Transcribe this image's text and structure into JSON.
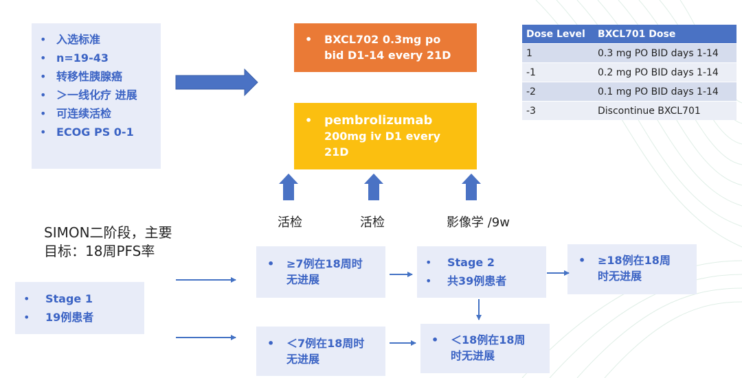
{
  "criteria": {
    "items": [
      "入选标准",
      "n=19-43",
      "转移性胰腺癌",
      "＞一线化疗 进展",
      "可连续活检",
      "ECOG PS 0-1"
    ]
  },
  "drug_box_1": {
    "line1": "BXCL702 0.3mg po",
    "line2": "bid D1-14 every 21D"
  },
  "drug_box_2": {
    "line1": "pembrolizumab",
    "line2": "200mg iv D1 every",
    "line3": "21D"
  },
  "dose_table": {
    "headers": [
      "Dose Level",
      "BXCL701 Dose"
    ],
    "rows": [
      [
        "1",
        "0.3 mg PO BID days 1-14"
      ],
      [
        "-1",
        "0.2 mg PO BID days 1-14"
      ],
      [
        "-2",
        "0.1 mg PO BID days 1-14"
      ],
      [
        "-3",
        "Discontinue BXCL701"
      ]
    ]
  },
  "assessments": [
    "活检",
    "活检",
    "影像学 /9w"
  ],
  "simon": {
    "line1": "SIMON二阶段，主要",
    "line2": "目标：18周PFS率"
  },
  "stage1": {
    "items": [
      "Stage 1",
      "19例患者"
    ]
  },
  "ge7": {
    "line1": "≥7例在18周时",
    "line2": "无进展"
  },
  "lt7": {
    "line1": "＜7例在18周时",
    "line2": "无进展"
  },
  "stage2": {
    "items": [
      "Stage 2",
      "共39例患者"
    ]
  },
  "ge18": {
    "line1": "≥18例在18周",
    "line2": "时无进展"
  },
  "lt18": {
    "line1": "＜18例在18周",
    "line2": "时无进展"
  },
  "colors": {
    "accent_blue": "#3b63c4",
    "arrow_blue": "#4472c4",
    "orange": "#ea7a36",
    "gold": "#fbbf10",
    "box_bg": "#e8ecf8"
  }
}
